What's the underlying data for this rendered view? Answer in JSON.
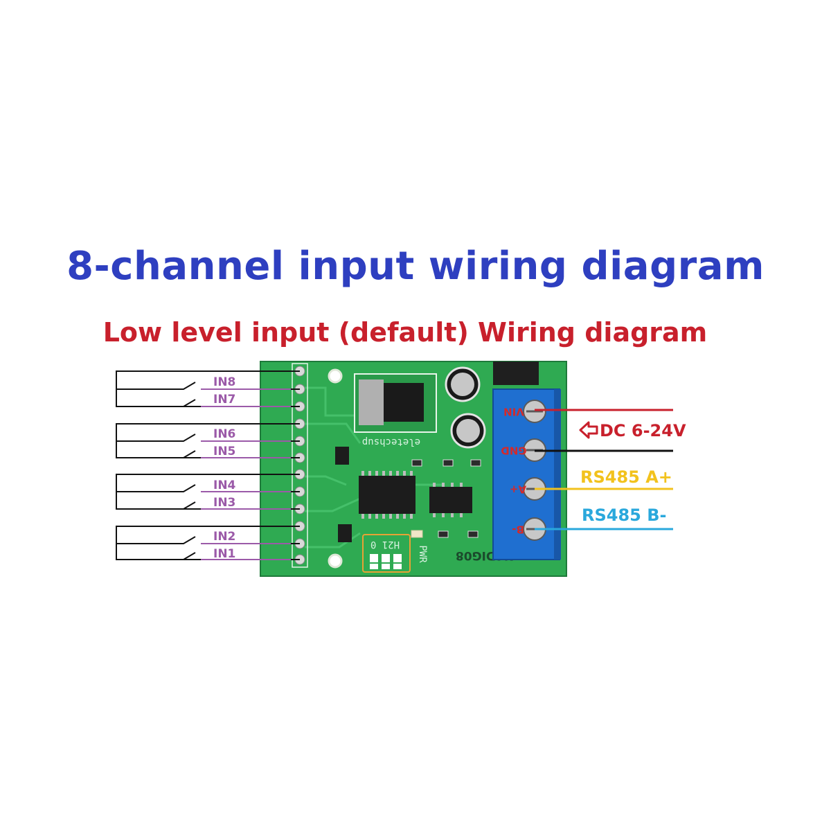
{
  "title": "8-channel input wiring diagram",
  "subtitle": "Low level input (default)  Wiring diagram",
  "inputs": {
    "in8": "IN8",
    "in7": "IN7",
    "in6": "IN6",
    "in5": "IN5",
    "in4": "IN4",
    "in3": "IN3",
    "in2": "IN2",
    "in1": "IN1"
  },
  "board": {
    "brand_silk": "eletechsup",
    "model_silk": "N4DIG08",
    "pwr_silk": "PWR",
    "jumper_silk": "H21 0"
  },
  "terminals": {
    "vin": "VIN",
    "gnd": "GND",
    "a": "A+",
    "b": "B-"
  },
  "connections": {
    "dc": "DC 6-24V",
    "rs485a": "RS485 A+",
    "rs485b": "RS485 B-"
  },
  "colors": {
    "title": "#2e3fc0",
    "subtitle": "#c8202c",
    "pcb": "#2faa52",
    "terminal_block": "#1f6fd0",
    "input_label": "#9b5aa8",
    "dc_label": "#c8202c",
    "rs485a_wire": "#f2c21d",
    "rs485b_wire": "#2aa8dc"
  }
}
